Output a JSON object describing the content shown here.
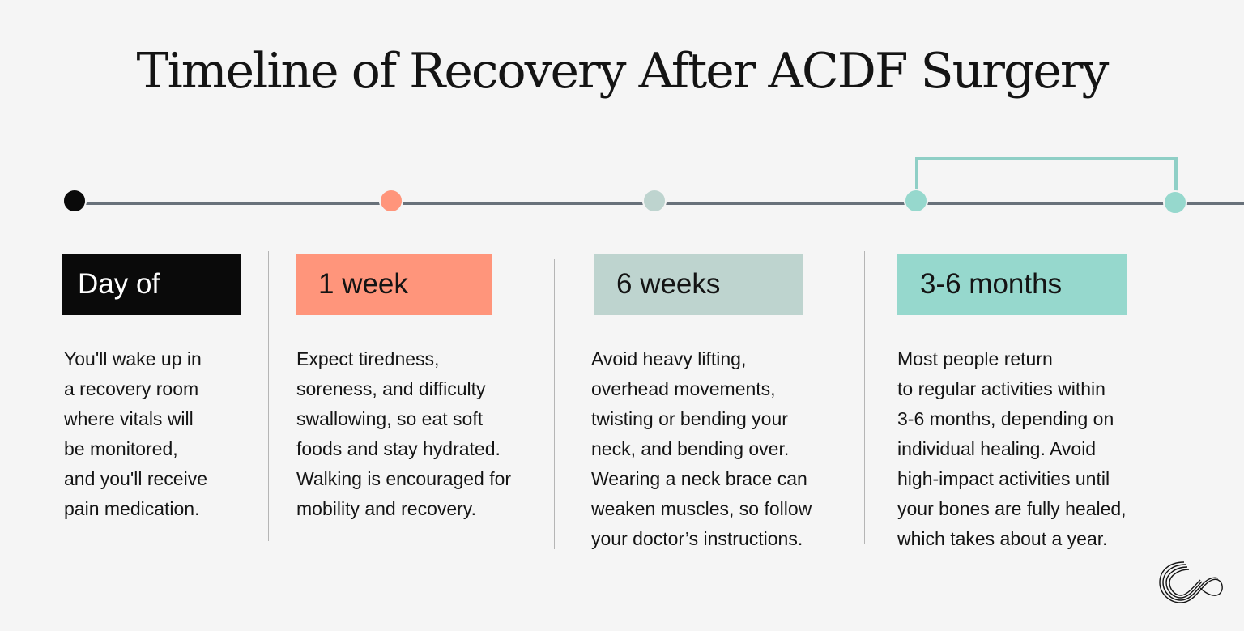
{
  "title": "Timeline of Recovery After ACDF Surgery",
  "colors": {
    "black": "#0a0a0a",
    "salmon": "#ff957b",
    "sage": "#bed4cf",
    "teal": "#96d8cd",
    "line": "#68717a",
    "bracket": "#8fcfc6"
  },
  "stages": [
    {
      "label": "Day of",
      "description": "You'll wake up in\na recovery room\nwhere vitals will\nbe monitored,\nand you'll receive\npain medication."
    },
    {
      "label": "1 week",
      "description": "Expect tiredness,\nsoreness, and difficulty\nswallowing, so eat soft\nfoods and stay hydrated.\nWalking is encouraged for\nmobility and recovery."
    },
    {
      "label": "6 weeks",
      "description": "Avoid heavy lifting,\noverhead movements,\ntwisting or bending your\nneck, and bending over.\nWearing a neck brace can\nweaken muscles, so follow\nyour doctor’s instructions."
    },
    {
      "label": "3-6 months",
      "description": "Most people return\nto regular activities within\n3-6 months, depending on\nindividual healing. Avoid\nhigh-impact activities until\nyour bones are fully healed,\nwhich takes about a year."
    }
  ],
  "logo_icon": "loop-logo-icon"
}
